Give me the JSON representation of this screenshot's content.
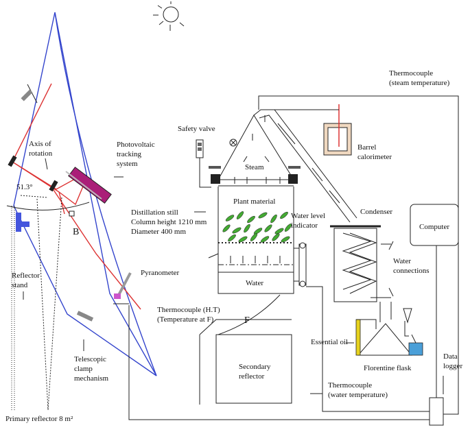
{
  "colors": {
    "reflector_frame": "#3344cc",
    "support_arm": "#dd3333",
    "pv_panel": "#aa1e78",
    "leaf": "#44aa33",
    "oil": "#e6d21e",
    "water": "#4a9fd8",
    "calorimeter": "#f0d8c0"
  },
  "labels": {
    "axis_of_rotation": [
      "Axis of",
      "rotation"
    ],
    "angle": "51.3°",
    "photovoltaic": [
      "Photovoltaic",
      "tracking",
      "system"
    ],
    "point_b": "B",
    "reflector_stand": [
      "Reflector",
      "stand"
    ],
    "pyranometer": "Pyranometer",
    "telescopic": [
      "Telescopic",
      "clamp",
      "mechanism"
    ],
    "primary_reflector": "Primary reflector 8 m²",
    "safety_valve": "Safety valve",
    "steam": "Steam",
    "plant_material": "Plant material",
    "distillation": [
      "Distillation still",
      "Column height 1210 mm",
      "Diameter 400 mm"
    ],
    "water": "Water",
    "water_level": [
      "Water level",
      "indicator"
    ],
    "condenser": "Condenser",
    "barrel": [
      "Barrel",
      "calorimeter"
    ],
    "thermocouple_steam": [
      "Thermocouple",
      "(steam temperature)"
    ],
    "computer": "Computer",
    "water_connections": [
      "Water",
      "connections"
    ],
    "thermocouple_ht": [
      "Thermocouple (H.T)",
      "(Temperature at F)"
    ],
    "point_f": "F",
    "essential_oil": "Essential oil",
    "florentine": "Florentine flask",
    "secondary": [
      "Secondary",
      "reflector"
    ],
    "data_logger": [
      "Data",
      "logger"
    ],
    "thermocouple_water": [
      "Thermocouple",
      "(water temperature)"
    ]
  }
}
